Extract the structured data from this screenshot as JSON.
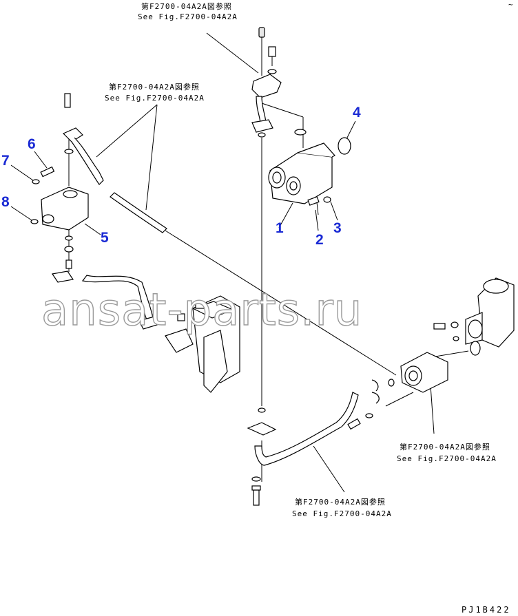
{
  "diagram": {
    "references": [
      {
        "jp": "第F2700-04A2A図参照",
        "en": "See Fig.F2700-04A2A"
      },
      {
        "jp": "第F2700-04A2A図参照",
        "en": "See Fig.F2700-04A2A"
      },
      {
        "jp": "第F2700-04A2A図参照",
        "en": "See Fig.F2700-04A2A"
      },
      {
        "jp": "第F2700-04A2A図参照",
        "en": "See Fig.F2700-04A2A"
      }
    ],
    "part_numbers": [
      "1",
      "2",
      "3",
      "4",
      "5",
      "6",
      "7",
      "8"
    ],
    "watermark": "ansat-parts.ru",
    "drawing_code": "PJ1B422"
  },
  "colors": {
    "part_number": "#1a2ad4",
    "linework": "#000000",
    "watermark_outline": "#9a9a9a"
  }
}
